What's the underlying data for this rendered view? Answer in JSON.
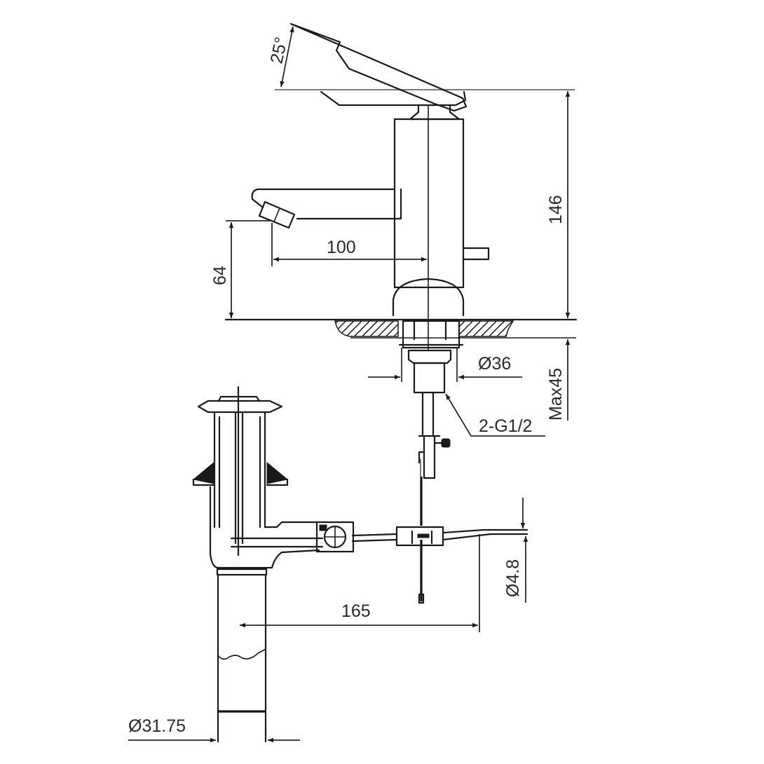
{
  "drawing": {
    "title": "Basin mixer with pop-up waste - dimension drawing",
    "units": "mm",
    "colors": {
      "line": "#1a1a1a",
      "hatch": "#1a1a1a",
      "background": "#ffffff"
    }
  },
  "dimensions": {
    "lever_angle": "25°",
    "total_height": "146",
    "spout_reach": "100",
    "spout_height": "64",
    "shank_diameter": "Ø36",
    "max_deck_thickness": "Max45",
    "supply_thread": "2-G1/2",
    "rod_diameter": "Ø4.8",
    "waste_offset": "165",
    "waste_diameter": "Ø31.75"
  }
}
